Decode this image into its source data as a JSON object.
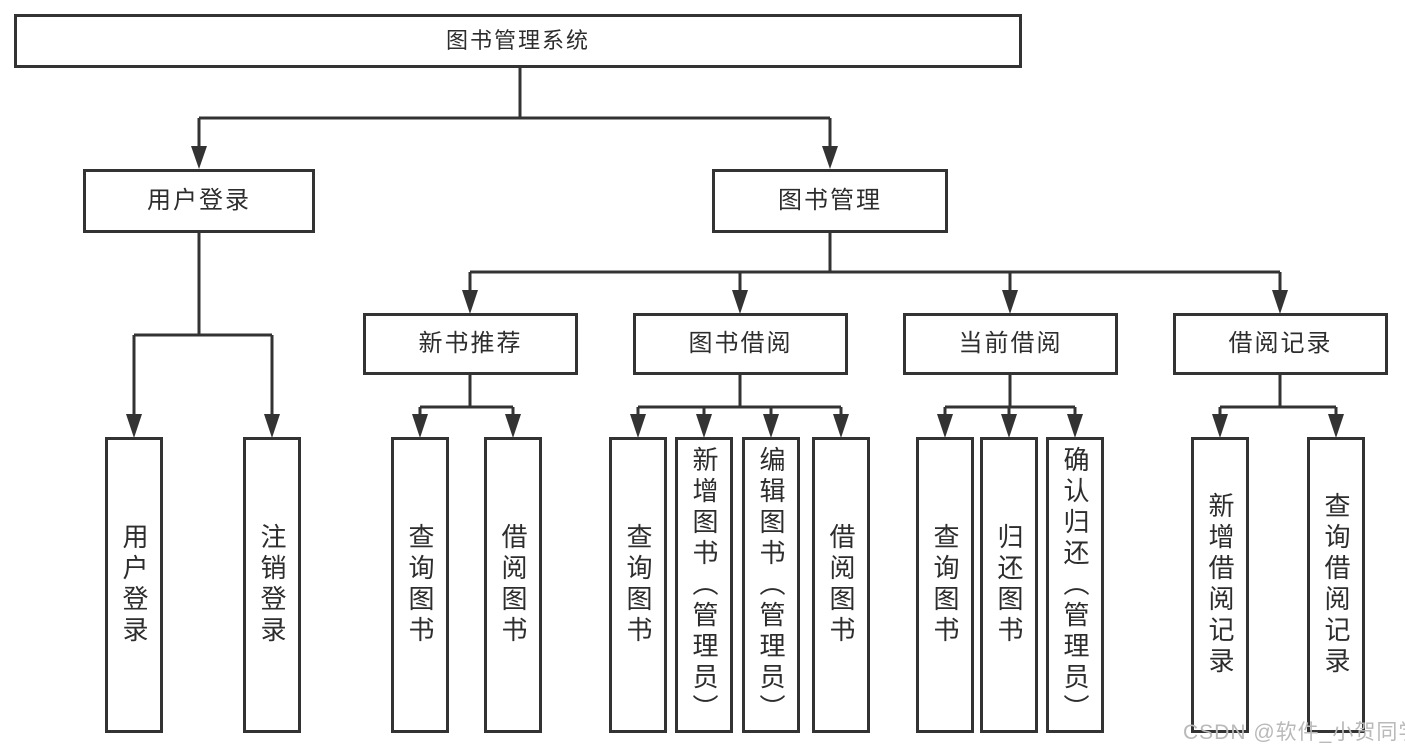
{
  "diagram": {
    "root_label": "图书管理系统",
    "branches": [
      {
        "label": "用户登录",
        "children": [
          {
            "label": "用户登录"
          },
          {
            "label": "注销登录"
          }
        ]
      },
      {
        "label": "图书管理",
        "groups": [
          {
            "label": "新书推荐",
            "children": [
              {
                "label": "查询图书"
              },
              {
                "label": "借阅图书"
              }
            ]
          },
          {
            "label": "图书借阅",
            "children": [
              {
                "label": "查询图书"
              },
              {
                "label": "新增图书（管理员）"
              },
              {
                "label": "编辑图书（管理员）"
              },
              {
                "label": "借阅图书"
              }
            ]
          },
          {
            "label": "当前借阅",
            "children": [
              {
                "label": "查询图书"
              },
              {
                "label": "归还图书"
              },
              {
                "label": "确认归还（管理员）"
              }
            ]
          },
          {
            "label": "借阅记录",
            "children": [
              {
                "label": "新增借阅记录"
              },
              {
                "label": "查询借阅记录"
              }
            ]
          }
        ]
      }
    ]
  },
  "watermark": {
    "text": "CSDN @软件_小贺同学"
  },
  "colors": {
    "line": "#333333",
    "text": "#2d2d2d",
    "watermark": "#b9b9b9",
    "background": "#ffffff"
  }
}
